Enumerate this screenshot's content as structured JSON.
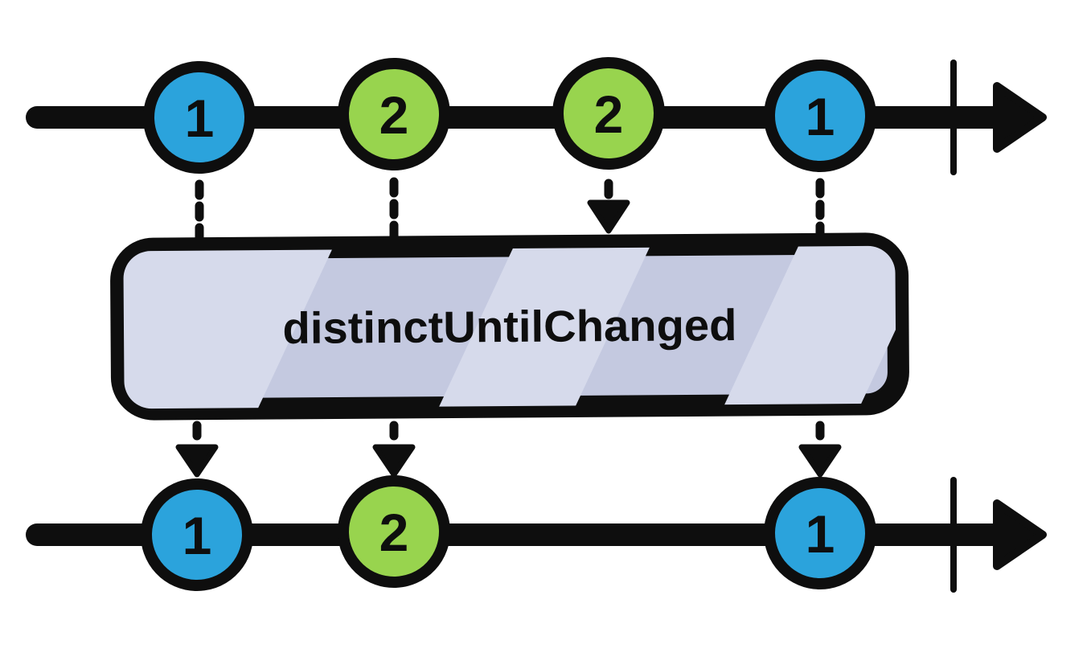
{
  "diagram": {
    "name": "distinctUntilChanged marble diagram",
    "operator_label": "distinctUntilChanged",
    "colors": {
      "ink": "#0e0e0e",
      "marble_blue": "#2BA3DC",
      "marble_green": "#98D44E",
      "box_fill": "#C4C9E0",
      "box_stripe": "#D6DAEB",
      "background": "#ffffff"
    },
    "input_stream": {
      "marbles": [
        {
          "value": "1",
          "color": "#2BA3DC"
        },
        {
          "value": "2",
          "color": "#98D44E"
        },
        {
          "value": "2",
          "color": "#98D44E"
        },
        {
          "value": "1",
          "color": "#2BA3DC"
        }
      ]
    },
    "output_stream": {
      "marbles": [
        {
          "value": "1",
          "color": "#2BA3DC"
        },
        {
          "value": "2",
          "color": "#98D44E"
        },
        {
          "value": "1",
          "color": "#2BA3DC"
        }
      ]
    }
  }
}
